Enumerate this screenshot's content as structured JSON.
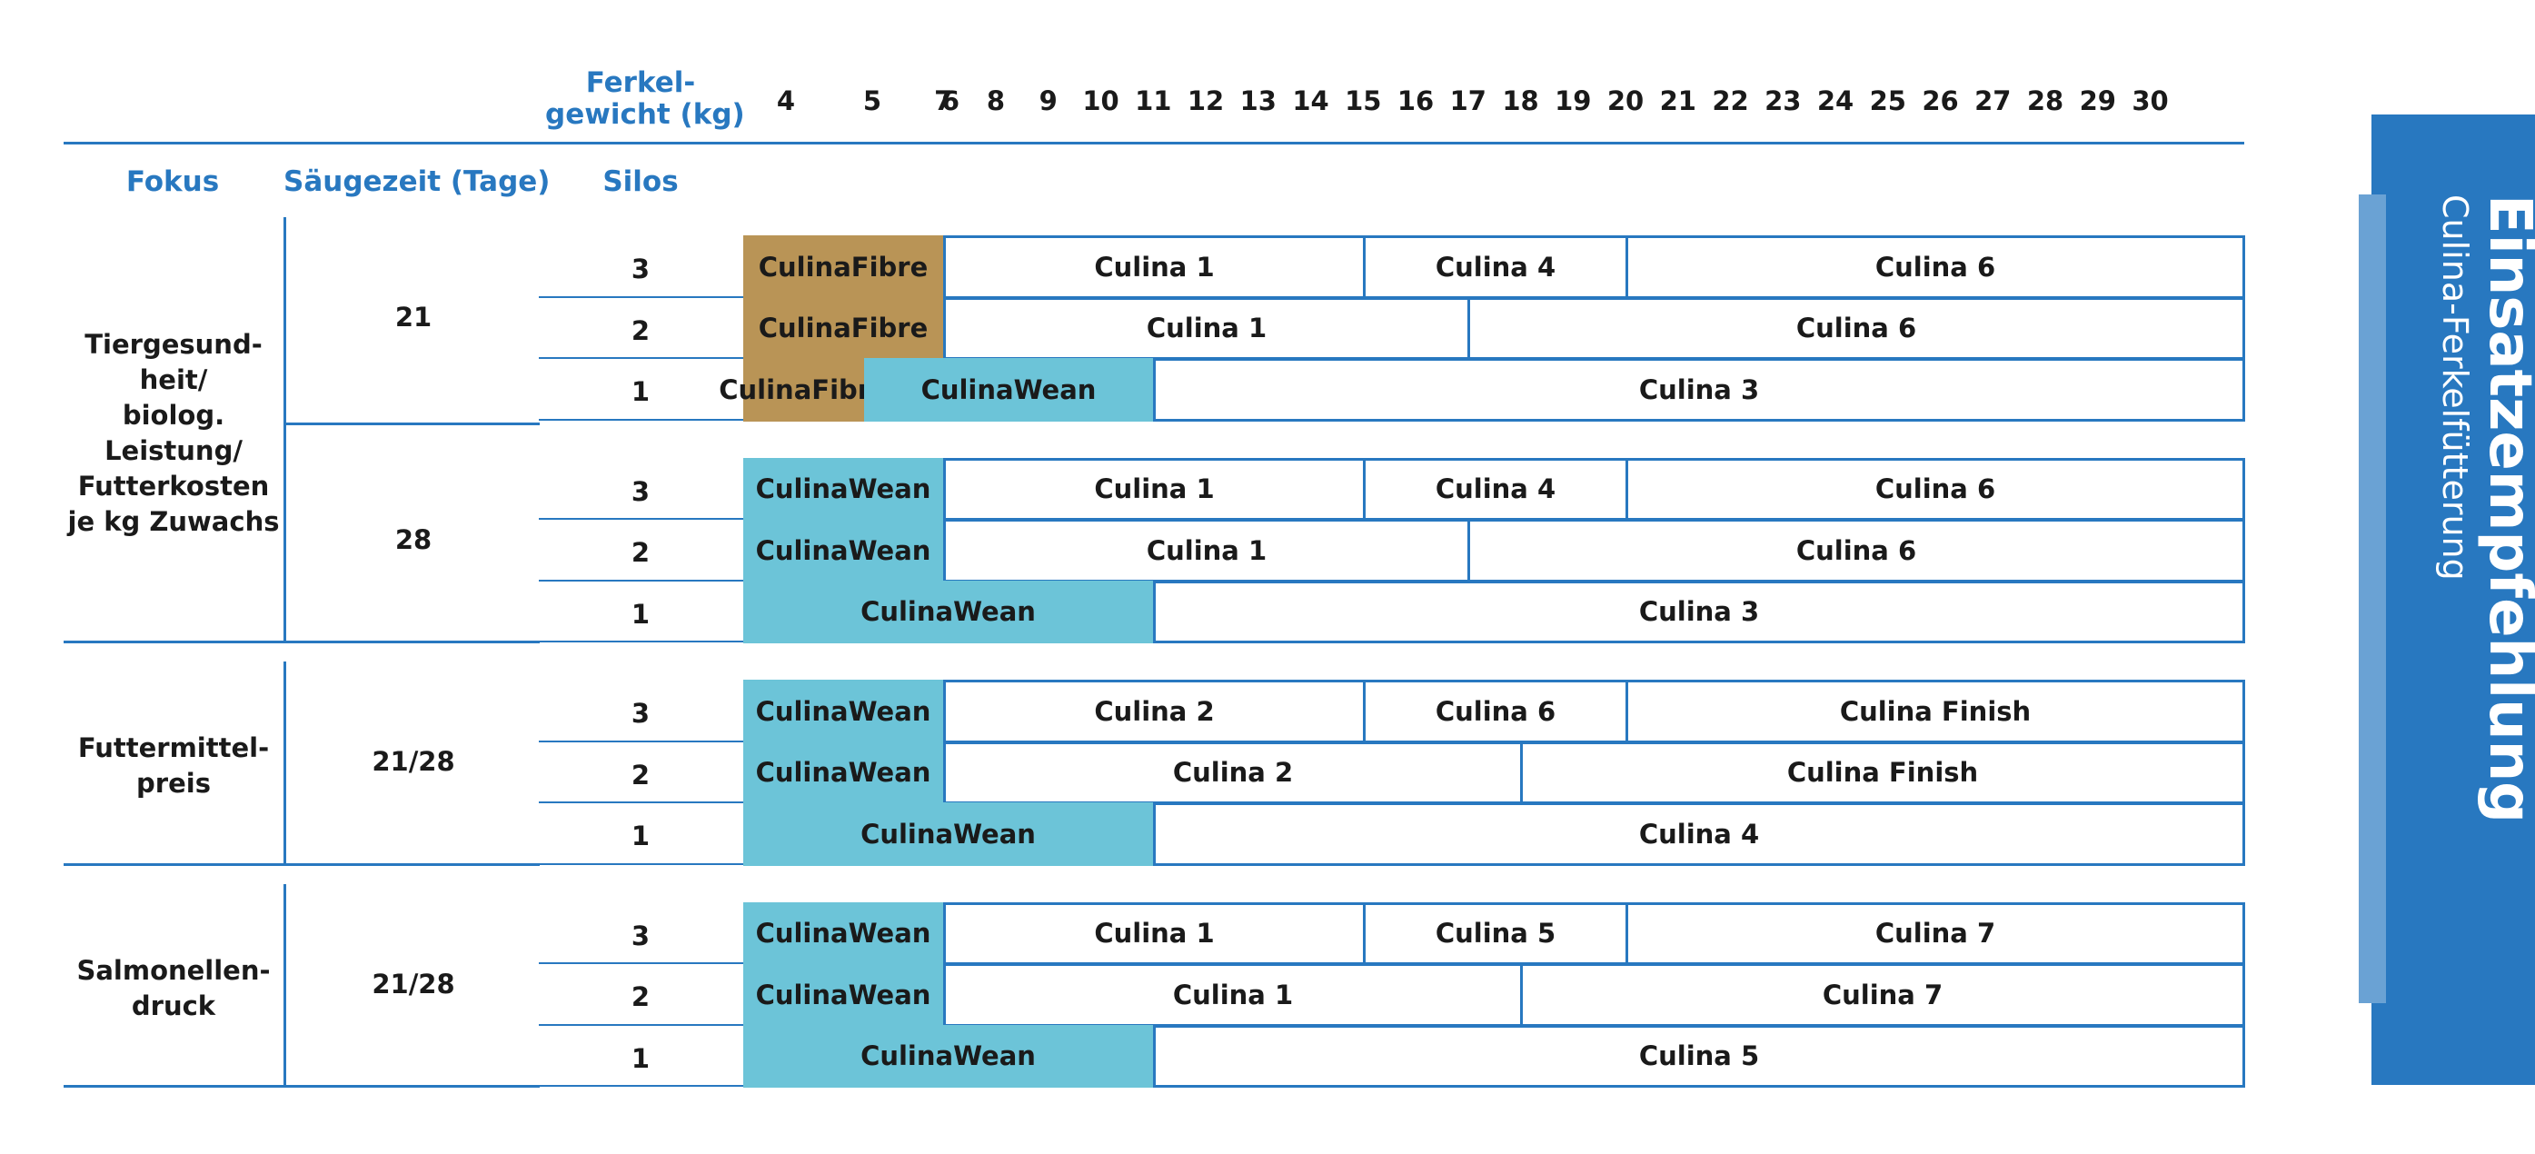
{
  "header": {
    "weight_label_line1": "Ferkel-",
    "weight_label_line2": "gewicht (kg)",
    "weights": [
      "4",
      "5",
      "6",
      "7",
      "8",
      "9",
      "10",
      "11",
      "12",
      "13",
      "14",
      "15",
      "16",
      "17",
      "18",
      "19",
      "20",
      "21",
      "22",
      "23",
      "24",
      "25",
      "26",
      "27",
      "28",
      "29",
      "30"
    ],
    "col_fokus": "Fokus",
    "col_saeugezeit": "Säugezeit (Tage)",
    "col_silos": "Silos"
  },
  "groups": [
    {
      "fokus_lines": [
        "Tiergesund-",
        "heit/",
        "biolog.",
        "Leistung/",
        "Futterkosten",
        "je kg Zuwachs"
      ],
      "sub": [
        {
          "saeugezeit": "21",
          "rows": [
            {
              "silos": "3",
              "segments": [
                {
                  "label": "CulinaFibre",
                  "from_kg": 4,
                  "to_kg": 7,
                  "kind": "fibre"
                },
                {
                  "label": "Culina 1",
                  "from_kg": 7,
                  "to_kg": 15,
                  "kind": "plain"
                },
                {
                  "label": "Culina 4",
                  "from_kg": 15,
                  "to_kg": 20,
                  "kind": "plain"
                },
                {
                  "label": "Culina 6",
                  "from_kg": 20,
                  "to_kg": 30.5,
                  "kind": "plain"
                }
              ]
            },
            {
              "silos": "2",
              "segments": [
                {
                  "label": "CulinaFibre",
                  "from_kg": 4,
                  "to_kg": 7,
                  "kind": "fibre"
                },
                {
                  "label": "Culina 1",
                  "from_kg": 7,
                  "to_kg": 17,
                  "kind": "plain"
                },
                {
                  "label": "Culina 6",
                  "from_kg": 17,
                  "to_kg": 30.5,
                  "kind": "plain"
                }
              ]
            },
            {
              "silos": "1",
              "segments": [
                {
                  "label": "CulinaFibre",
                  "from_kg": 4,
                  "to_kg": 5.5,
                  "kind": "fibre"
                },
                {
                  "label": "CulinaWean",
                  "from_kg": 5.5,
                  "to_kg": 11,
                  "kind": "wean"
                },
                {
                  "label": "Culina 3",
                  "from_kg": 11,
                  "to_kg": 30.5,
                  "kind": "plain"
                }
              ]
            }
          ]
        },
        {
          "saeugezeit": "28",
          "rows": [
            {
              "silos": "3",
              "segments": [
                {
                  "label": "CulinaWean",
                  "from_kg": 4,
                  "to_kg": 7,
                  "kind": "wean"
                },
                {
                  "label": "Culina 1",
                  "from_kg": 7,
                  "to_kg": 15,
                  "kind": "plain"
                },
                {
                  "label": "Culina 4",
                  "from_kg": 15,
                  "to_kg": 20,
                  "kind": "plain"
                },
                {
                  "label": "Culina 6",
                  "from_kg": 20,
                  "to_kg": 30.5,
                  "kind": "plain"
                }
              ]
            },
            {
              "silos": "2",
              "segments": [
                {
                  "label": "CulinaWean",
                  "from_kg": 4,
                  "to_kg": 7,
                  "kind": "wean"
                },
                {
                  "label": "Culina 1",
                  "from_kg": 7,
                  "to_kg": 17,
                  "kind": "plain"
                },
                {
                  "label": "Culina 6",
                  "from_kg": 17,
                  "to_kg": 30.5,
                  "kind": "plain"
                }
              ]
            },
            {
              "silos": "1",
              "segments": [
                {
                  "label": "CulinaWean",
                  "from_kg": 4,
                  "to_kg": 11,
                  "kind": "wean"
                },
                {
                  "label": "Culina 3",
                  "from_kg": 11,
                  "to_kg": 30.5,
                  "kind": "plain"
                }
              ]
            }
          ]
        }
      ]
    },
    {
      "fokus_lines": [
        "Futtermittel-",
        "preis"
      ],
      "sub": [
        {
          "saeugezeit": "21/28",
          "rows": [
            {
              "silos": "3",
              "segments": [
                {
                  "label": "CulinaWean",
                  "from_kg": 4,
                  "to_kg": 7,
                  "kind": "wean"
                },
                {
                  "label": "Culina 2",
                  "from_kg": 7,
                  "to_kg": 15,
                  "kind": "plain"
                },
                {
                  "label": "Culina 6",
                  "from_kg": 15,
                  "to_kg": 20,
                  "kind": "plain"
                },
                {
                  "label": "Culina Finish",
                  "from_kg": 20,
                  "to_kg": 30.5,
                  "kind": "plain"
                }
              ]
            },
            {
              "silos": "2",
              "segments": [
                {
                  "label": "CulinaWean",
                  "from_kg": 4,
                  "to_kg": 7,
                  "kind": "wean"
                },
                {
                  "label": "Culina 2",
                  "from_kg": 7,
                  "to_kg": 18,
                  "kind": "plain"
                },
                {
                  "label": "Culina Finish",
                  "from_kg": 18,
                  "to_kg": 30.5,
                  "kind": "plain"
                }
              ]
            },
            {
              "silos": "1",
              "segments": [
                {
                  "label": "CulinaWean",
                  "from_kg": 4,
                  "to_kg": 11,
                  "kind": "wean"
                },
                {
                  "label": "Culina 4",
                  "from_kg": 11,
                  "to_kg": 30.5,
                  "kind": "plain"
                }
              ]
            }
          ]
        }
      ]
    },
    {
      "fokus_lines": [
        "Salmonellen-",
        "druck"
      ],
      "sub": [
        {
          "saeugezeit": "21/28",
          "rows": [
            {
              "silos": "3",
              "segments": [
                {
                  "label": "CulinaWean",
                  "from_kg": 4,
                  "to_kg": 7,
                  "kind": "wean"
                },
                {
                  "label": "Culina 1",
                  "from_kg": 7,
                  "to_kg": 15,
                  "kind": "plain"
                },
                {
                  "label": "Culina 5",
                  "from_kg": 15,
                  "to_kg": 20,
                  "kind": "plain"
                },
                {
                  "label": "Culina 7",
                  "from_kg": 20,
                  "to_kg": 30.5,
                  "kind": "plain"
                }
              ]
            },
            {
              "silos": "2",
              "segments": [
                {
                  "label": "CulinaWean",
                  "from_kg": 4,
                  "to_kg": 7,
                  "kind": "wean"
                },
                {
                  "label": "Culina 1",
                  "from_kg": 7,
                  "to_kg": 18,
                  "kind": "plain"
                },
                {
                  "label": "Culina 7",
                  "from_kg": 18,
                  "to_kg": 30.5,
                  "kind": "plain"
                }
              ]
            },
            {
              "silos": "1",
              "segments": [
                {
                  "label": "CulinaWean",
                  "from_kg": 4,
                  "to_kg": 11,
                  "kind": "wean"
                },
                {
                  "label": "Culina 5",
                  "from_kg": 11,
                  "to_kg": 30.5,
                  "kind": "plain"
                }
              ]
            }
          ]
        }
      ]
    }
  ],
  "side_panel": {
    "title": "Einsatzempfehlung",
    "subtitle": "Culina-Ferkelfütterung"
  },
  "colors": {
    "accent_blue": "#2878c0",
    "wean_cyan": "#6cc4d8",
    "fibre_tan": "#b99456"
  }
}
